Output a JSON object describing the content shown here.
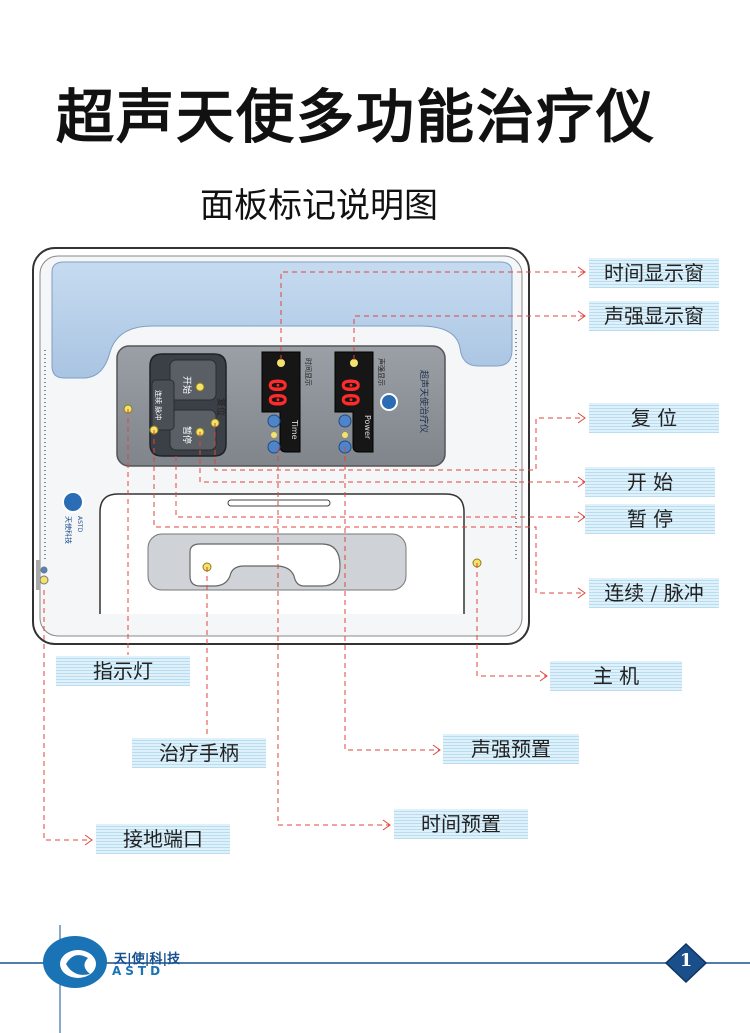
{
  "title": "超声天使多功能治疗仪",
  "subtitle": "面板标记说明图",
  "panel": {
    "btn_start": "开始",
    "btn_reset": "复位",
    "btn_pause": "暂停",
    "mode_label": "连续 脉冲",
    "time_window_label": "时间显示",
    "power_window_label": "声强显示",
    "time_digits": "00",
    "power_digits": "00",
    "time_en": "Time",
    "power_en": "Power",
    "device_name_vertical": "超声天使治疗仪",
    "side_brand": "天使科技",
    "side_brand_en": "ASTD"
  },
  "callouts": {
    "time_display": "时间显示窗",
    "power_display": "声强显示窗",
    "reset": "复  位",
    "start": "开  始",
    "pause": "暂  停",
    "mode": "连续 / 脉冲",
    "indicator": "指示灯",
    "host": "主  机",
    "handle": "治疗手柄",
    "power_preset": "声强预置",
    "time_preset": "时间预置",
    "ground": "接地端口"
  },
  "footer": {
    "brand_cn": "天|使|科|技",
    "brand_en": "ASTD",
    "page_number": "1"
  },
  "colors": {
    "panel_blue": "#b7cfe9",
    "control_gray": "#8b9096",
    "digit_red": "#ff2a2a",
    "leader_red": "#e0443c",
    "brand_blue": "#16508f"
  }
}
